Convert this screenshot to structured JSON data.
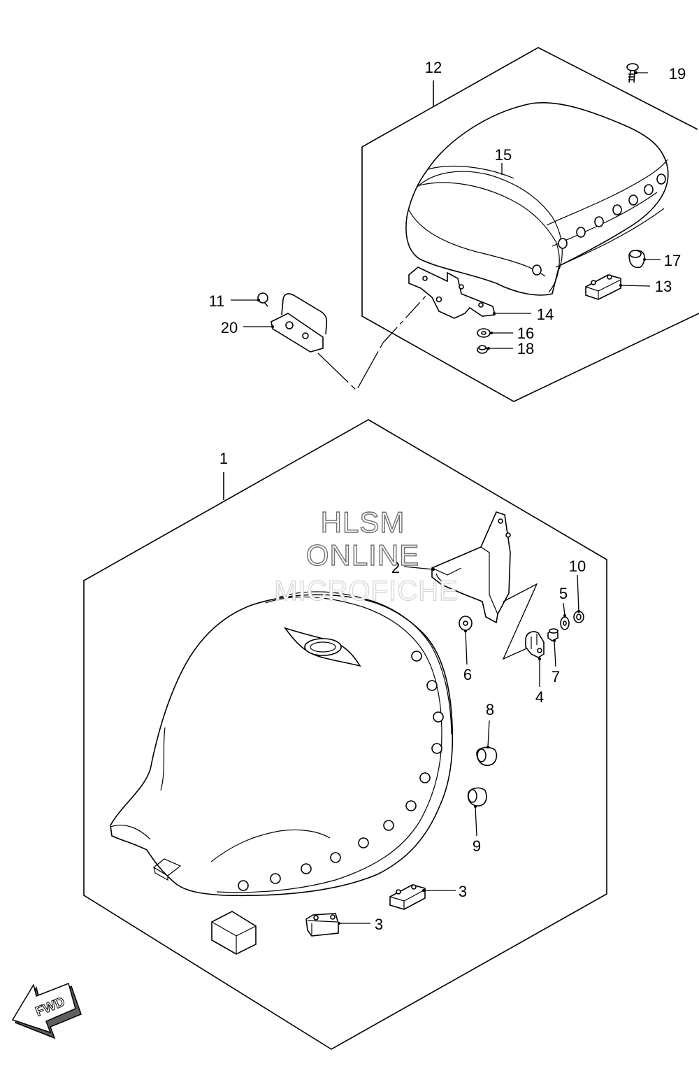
{
  "watermark": {
    "line1": "HLSM",
    "line2": "ONLINE",
    "line3": "MICROFICHE"
  },
  "direction_badge": {
    "label": "FWD"
  },
  "callouts": [
    {
      "number": "1"
    },
    {
      "number": "2"
    },
    {
      "number": "3"
    },
    {
      "number": "3"
    },
    {
      "number": "4"
    },
    {
      "number": "5"
    },
    {
      "number": "6"
    },
    {
      "number": "7"
    },
    {
      "number": "8"
    },
    {
      "number": "9"
    },
    {
      "number": "10"
    },
    {
      "number": "11"
    },
    {
      "number": "12"
    },
    {
      "number": "13"
    },
    {
      "number": "14"
    },
    {
      "number": "15"
    },
    {
      "number": "16"
    },
    {
      "number": "17"
    },
    {
      "number": "18"
    },
    {
      "number": "19"
    },
    {
      "number": "20"
    }
  ]
}
